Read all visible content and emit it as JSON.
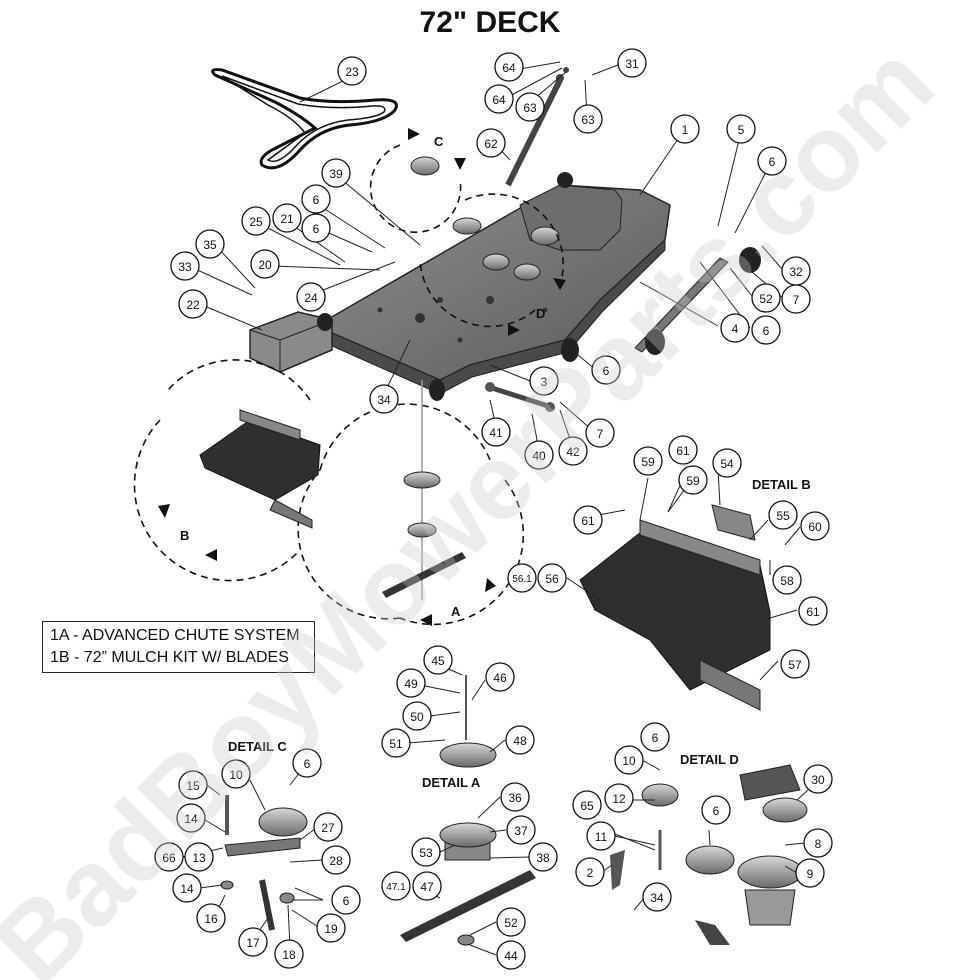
{
  "title": "72\" DECK",
  "watermark": "BadBoyMowerParts.com",
  "notes": [
    "1A - ADVANCED CHUTE SYSTEM",
    "1B - 72” MULCH KIT W/ BLADES"
  ],
  "detail_titles": {
    "a": "DETAIL A",
    "b": "DETAIL B",
    "c": "DETAIL C",
    "d": "DETAIL D"
  },
  "view_letters": {
    "a": "A",
    "b": "B",
    "c": "C",
    "d": "D"
  },
  "callouts": {
    "c23": "23",
    "c64a": "64",
    "c64b": "64",
    "c63a": "63",
    "c31": "31",
    "c63b": "63",
    "c62": "62",
    "c1": "1",
    "c5": "5",
    "c6a": "6",
    "c39": "39",
    "c6b": "6",
    "c25": "25",
    "c21": "21",
    "c6c": "6",
    "c35": "35",
    "c33": "33",
    "c20": "20",
    "c24": "24",
    "c22": "22",
    "c32": "32",
    "c52a": "52",
    "c7a": "7",
    "c4": "4",
    "c6d": "6",
    "c34a": "34",
    "c3": "3",
    "c6e": "6",
    "c41": "41",
    "c40": "40",
    "c42": "42",
    "c7b": "7",
    "c59a": "59",
    "c61a": "61",
    "c54": "54",
    "c59b": "59",
    "c61b": "61",
    "c55": "55",
    "c60": "60",
    "c561": "56.1",
    "c56": "56",
    "c58": "58",
    "c61c": "61",
    "c57": "57",
    "c45": "45",
    "c46": "46",
    "c49": "49",
    "c50": "50",
    "c51": "51",
    "c48": "48",
    "c36": "36",
    "c37": "37",
    "c53": "53",
    "c38": "38",
    "c471": "47.1",
    "c47": "47",
    "c52b": "52",
    "c44": "44",
    "c15": "15",
    "c10a": "10",
    "c6f": "6",
    "c14a": "14",
    "c27": "27",
    "c66": "66",
    "c13": "13",
    "c28": "28",
    "c14b": "14",
    "c6g": "6",
    "c16": "16",
    "c17": "17",
    "c18": "18",
    "c19": "19",
    "c6h": "6",
    "c10b": "10",
    "c12": "12",
    "c65": "65",
    "c11": "11",
    "c6i": "6",
    "c30": "30",
    "c8": "8",
    "c2": "2",
    "c9": "9",
    "c34b": "34"
  }
}
